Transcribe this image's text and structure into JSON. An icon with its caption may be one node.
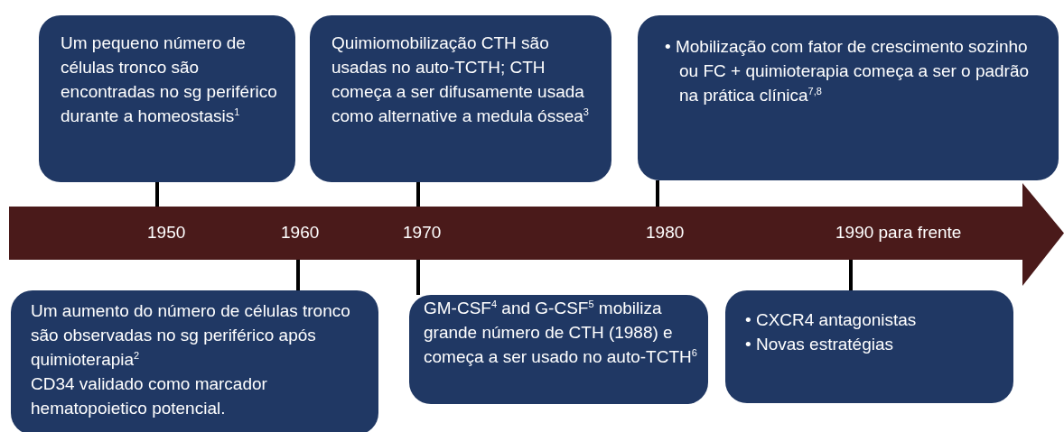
{
  "diagram": {
    "nodes": [
      {
        "text": [
          "Um pequeno número de  células tronco são encontradas no  sg periférico durante a homeostasis$^{1}$"
        ]
      },
      {
        "text": [
          "Quimiomobilização CTH são usadas no auto-TCTH; CTH começa a ser difusamente usada como alternative a medula óssea$^{3}$"
        ]
      },
      {
        "text": [
          "• Mobilização com fator de crescimento sozinho ou FC + quimioterapia começa a ser o padrão na prática clínica$^{7,8}$"
        ]
      },
      {
        "text": [],
        "shape": "arrow"
      },
      {
        "text": [
          "Um aumento do número de células tronco são observadas no sg periférico após quimioterapia$^{2}$",
          "CD34 validado como marcador hematopoietico potencial."
        ]
      },
      {
        "text": [
          "GM-CSF$^{4}$ and G-CSF$^{5}$ mobiliza grande número de CTH (1988) e começa a ser usado no auto-TCTH$^{6}$"
        ]
      },
      {
        "text": [
          "• CXCR4 antagonistas",
          "• Novas estratégias"
        ]
      }
    ],
    "edges": [
      {
        "from": 0,
        "to": 3,
        "arrow": "none"
      },
      {
        "from": 1,
        "to": 3,
        "arrow": "none"
      },
      {
        "from": 2,
        "to": 3,
        "arrow": "none"
      },
      {
        "from": 4,
        "to": 3,
        "arrow": "none"
      },
      {
        "from": 5,
        "to": 3,
        "arrow": "none"
      },
      {
        "from": 6,
        "to": 3,
        "arrow": "none"
      }
    ],
    "labels": [
      "1950",
      "1960",
      "1970",
      "1980",
      "1990 para frente"
    ]
  }
}
